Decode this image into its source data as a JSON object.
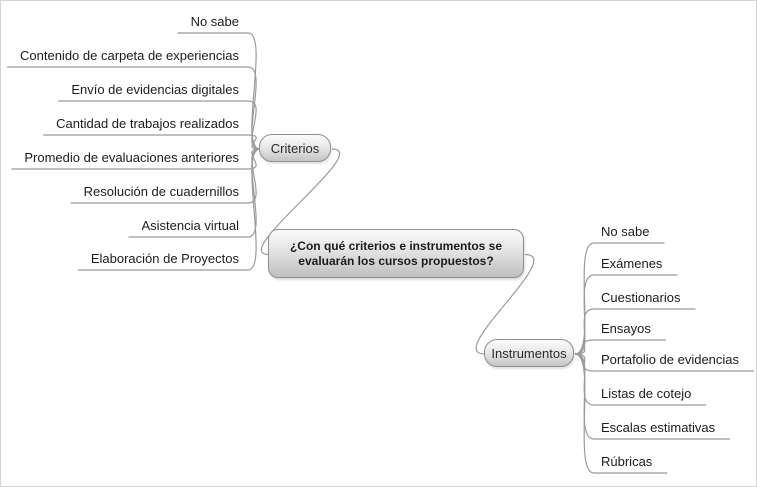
{
  "central": {
    "question": "¿Con qué criterios e instrumentos se evaluarán los cursos propuestos?"
  },
  "branches": {
    "criterios": {
      "label": "Criterios",
      "items": [
        "No sabe",
        "Contenido de carpeta de experiencias",
        "Envío de evidencias digitales",
        "Cantidad de trabajos realizados",
        "Promedio de evaluaciones anteriores",
        "Resolución de cuadernillos",
        "Asistencia virtual",
        "Elaboración de Proyectos"
      ]
    },
    "instrumentos": {
      "label": "Instrumentos",
      "items": [
        "No sabe",
        "Exámenes",
        "Cuestionarios",
        "Ensayos",
        "Portafolio de evidencias",
        "Listas de cotejo",
        "Escalas estimativas",
        "Rúbricas"
      ]
    }
  },
  "colors": {
    "background": "#ffffff",
    "line": "#9b9b9b",
    "node_border": "#8f8f8f",
    "text": "#1c1c1c"
  }
}
